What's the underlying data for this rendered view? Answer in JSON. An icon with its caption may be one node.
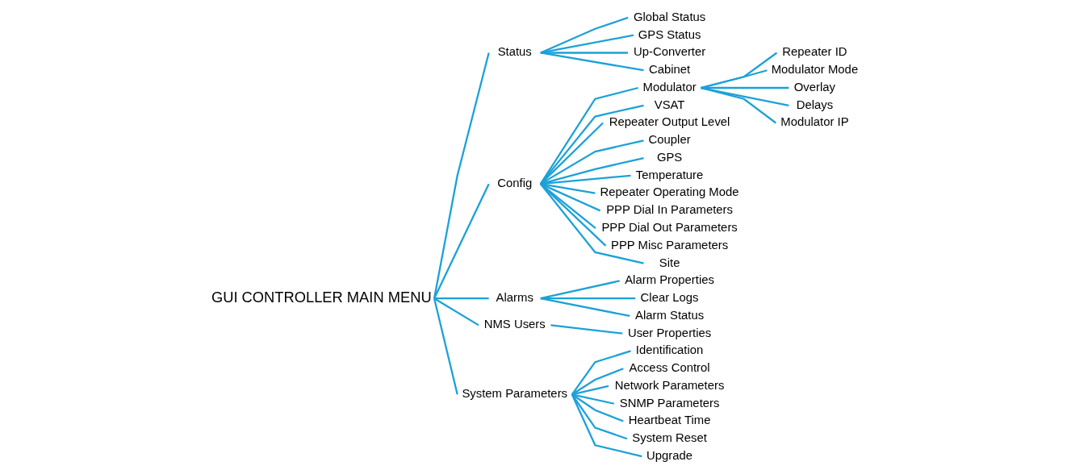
{
  "diagram": {
    "nodes": [
      {
        "text": [
          "GUI CONTROLLER MAIN MENU"
        ]
      },
      {
        "text": [
          "Status"
        ]
      },
      {
        "text": [
          "Global Status"
        ]
      },
      {
        "text": [
          "GPS Status"
        ]
      },
      {
        "text": [
          "Up-Converter"
        ]
      },
      {
        "text": [
          "Cabinet"
        ]
      },
      {
        "text": [
          "Config"
        ]
      },
      {
        "text": [
          "Modulator"
        ]
      },
      {
        "text": [
          "VSAT"
        ]
      },
      {
        "text": [
          "Repeater Output Level"
        ]
      },
      {
        "text": [
          "Coupler"
        ]
      },
      {
        "text": [
          "GPS"
        ]
      },
      {
        "text": [
          "Temperature"
        ]
      },
      {
        "text": [
          "Repeater Operating Mode"
        ]
      },
      {
        "text": [
          "PPP Dial In Parameters"
        ]
      },
      {
        "text": [
          "PPP Dial Out Parameters"
        ]
      },
      {
        "text": [
          "PPP Misc Parameters"
        ]
      },
      {
        "text": [
          "Site"
        ]
      },
      {
        "text": [
          "Repeater ID"
        ]
      },
      {
        "text": [
          "Modulator Mode"
        ]
      },
      {
        "text": [
          "Overlay"
        ]
      },
      {
        "text": [
          "Delays"
        ]
      },
      {
        "text": [
          "Modulator IP"
        ]
      },
      {
        "text": [
          "Alarms"
        ]
      },
      {
        "text": [
          "Alarm Properties"
        ]
      },
      {
        "text": [
          "Clear Logs"
        ]
      },
      {
        "text": [
          "Alarm Status"
        ]
      },
      {
        "text": [
          "NMS Users"
        ]
      },
      {
        "text": [
          "User Properties"
        ]
      },
      {
        "text": [
          "System Parameters"
        ]
      },
      {
        "text": [
          "Identification"
        ]
      },
      {
        "text": [
          "Access Control"
        ]
      },
      {
        "text": [
          "Network Parameters"
        ]
      },
      {
        "text": [
          "SNMP Parameters"
        ]
      },
      {
        "text": [
          "Heartbeat Time"
        ]
      },
      {
        "text": [
          "System Reset"
        ]
      },
      {
        "text": [
          "Upgrade"
        ]
      }
    ],
    "edges": [
      {
        "from": 0,
        "to": 1,
        "arrow": "none"
      },
      {
        "from": 0,
        "to": 6,
        "arrow": "none"
      },
      {
        "from": 0,
        "to": 23,
        "arrow": "none"
      },
      {
        "from": 0,
        "to": 27,
        "arrow": "none"
      },
      {
        "from": 0,
        "to": 29,
        "arrow": "none"
      },
      {
        "from": 1,
        "to": 2,
        "arrow": "none"
      },
      {
        "from": 1,
        "to": 3,
        "arrow": "none"
      },
      {
        "from": 1,
        "to": 4,
        "arrow": "none"
      },
      {
        "from": 1,
        "to": 5,
        "arrow": "none"
      },
      {
        "from": 6,
        "to": 7,
        "arrow": "none"
      },
      {
        "from": 6,
        "to": 8,
        "arrow": "none"
      },
      {
        "from": 6,
        "to": 9,
        "arrow": "none"
      },
      {
        "from": 6,
        "to": 10,
        "arrow": "none"
      },
      {
        "from": 6,
        "to": 11,
        "arrow": "none"
      },
      {
        "from": 6,
        "to": 12,
        "arrow": "none"
      },
      {
        "from": 6,
        "to": 13,
        "arrow": "none"
      },
      {
        "from": 6,
        "to": 14,
        "arrow": "none"
      },
      {
        "from": 6,
        "to": 15,
        "arrow": "none"
      },
      {
        "from": 6,
        "to": 16,
        "arrow": "none"
      },
      {
        "from": 6,
        "to": 17,
        "arrow": "none"
      },
      {
        "from": 7,
        "to": 18,
        "arrow": "none"
      },
      {
        "from": 7,
        "to": 19,
        "arrow": "none"
      },
      {
        "from": 7,
        "to": 20,
        "arrow": "none"
      },
      {
        "from": 7,
        "to": 21,
        "arrow": "none"
      },
      {
        "from": 7,
        "to": 22,
        "arrow": "none"
      },
      {
        "from": 23,
        "to": 24,
        "arrow": "none"
      },
      {
        "from": 23,
        "to": 25,
        "arrow": "none"
      },
      {
        "from": 23,
        "to": 26,
        "arrow": "none"
      },
      {
        "from": 27,
        "to": 28,
        "arrow": "none"
      },
      {
        "from": 29,
        "to": 30,
        "arrow": "none"
      },
      {
        "from": 29,
        "to": 31,
        "arrow": "none"
      },
      {
        "from": 29,
        "to": 32,
        "arrow": "none"
      },
      {
        "from": 29,
        "to": 33,
        "arrow": "none"
      },
      {
        "from": 29,
        "to": 34,
        "arrow": "none"
      },
      {
        "from": 29,
        "to": 35,
        "arrow": "none"
      },
      {
        "from": 29,
        "to": 36,
        "arrow": "none"
      }
    ]
  }
}
